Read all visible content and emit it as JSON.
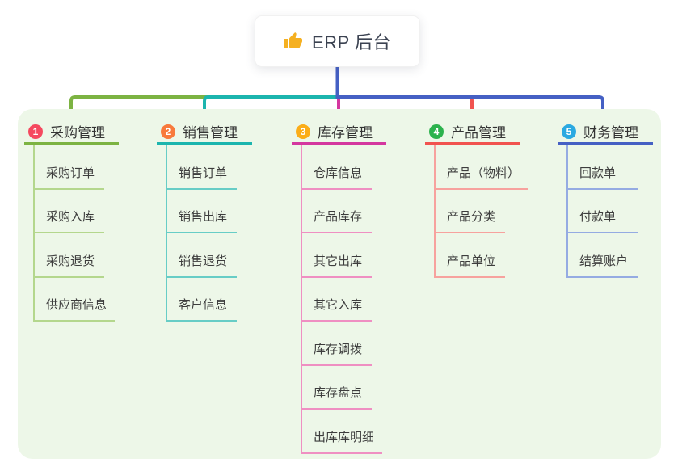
{
  "root": {
    "title": "ERP 后台",
    "icon": "thumbs-up-icon",
    "icon_color": "#f5b021"
  },
  "canvas": {
    "background": "#ffffff",
    "panel_color": "#edf7e8",
    "trunk_color": "#4560c4"
  },
  "branches": [
    {
      "badge": "1",
      "title": "采购管理",
      "color": "#7cb342",
      "light_color": "#b4d78d",
      "badge_color": "#f5495f",
      "items": [
        "采购订单",
        "采购入库",
        "采购退货",
        "供应商信息"
      ]
    },
    {
      "badge": "2",
      "title": "销售管理",
      "color": "#1cb5ae",
      "light_color": "#67cdc6",
      "badge_color": "#f87a3c",
      "items": [
        "销售订单",
        "销售出库",
        "销售退货",
        "客户信息"
      ]
    },
    {
      "badge": "3",
      "title": "库存管理",
      "color": "#d4379f",
      "light_color": "#ef8fc2",
      "badge_color": "#fbad18",
      "items": [
        "仓库信息",
        "产品库存",
        "其它出库",
        "其它入库",
        "库存调拨",
        "库存盘点",
        "出库库明细"
      ]
    },
    {
      "badge": "4",
      "title": "产品管理",
      "color": "#f1534f",
      "light_color": "#f7a29e",
      "badge_color": "#2cb24d",
      "items": [
        "产品（物料）",
        "产品分类",
        "产品单位"
      ]
    },
    {
      "badge": "5",
      "title": "财务管理",
      "color": "#4560c4",
      "light_color": "#95abe2",
      "badge_color": "#2ba9e1",
      "items": [
        "回款单",
        "付款单",
        "结算账户"
      ]
    }
  ]
}
